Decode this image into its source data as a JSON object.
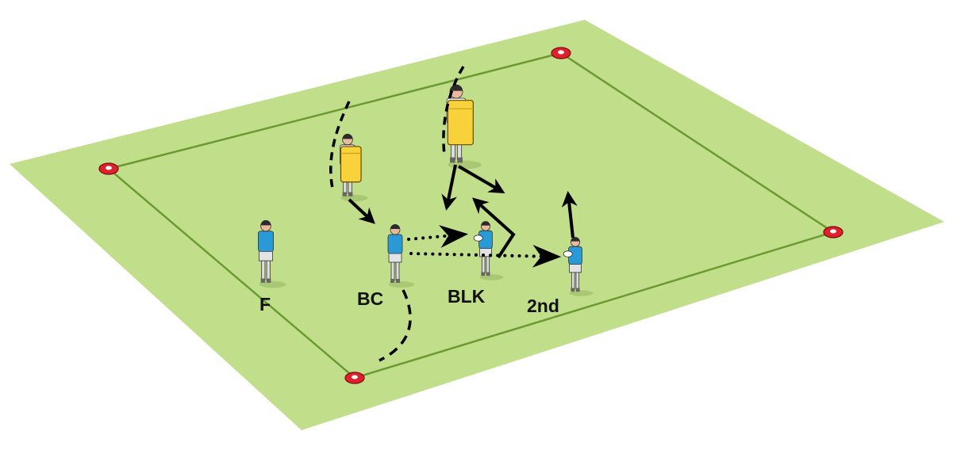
{
  "labels": {
    "flanker": "F",
    "ball_carrier": "BC",
    "blocker": "BLK",
    "second": "2nd"
  },
  "colors": {
    "field": "#c1de8a",
    "line": "#6b9a33",
    "attacker_shirt": "#2a9ad6",
    "pad": "#f7d23a",
    "cone": "#e0202a"
  }
}
